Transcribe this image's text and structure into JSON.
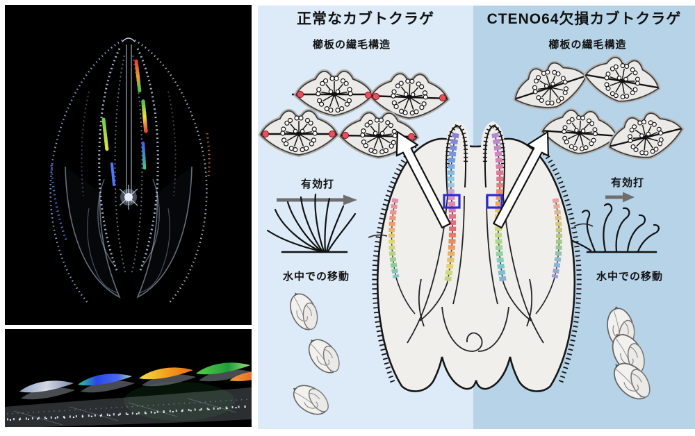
{
  "figure": {
    "left_panel": {
      "title": "正常なカブトクラゲ",
      "subtitle": "櫛板の繊毛構造",
      "effective_stroke_label": "有効打",
      "movement_label": "水中での移動"
    },
    "right_panel": {
      "title": "CTENO64欠損カブトクラゲ",
      "subtitle": "櫛板の繊毛構造",
      "effective_stroke_label": "有効打",
      "movement_label": "水中での移動"
    },
    "colors": {
      "page_bg": "#ffffff",
      "panel_left_bg": "#dcebf7",
      "panel_right_bg": "#b7d3e8",
      "photo_bg": "#000000",
      "plate_fill": "#eceae7",
      "plate_outline": "#3a3a3a",
      "red_dot": "#e8505e",
      "highlight_box": "#2b2bd6",
      "stroke_arrow_gray": "#6e6e6e",
      "body_fill": "#f0efec",
      "body_outline": "#161616",
      "comb_row_palette": [
        "#8f7fd6",
        "#6f9ce0",
        "#8fd4e6",
        "#a8d88a",
        "#e3d876",
        "#eda45f",
        "#e06a6a",
        "#e08fc8"
      ]
    }
  }
}
